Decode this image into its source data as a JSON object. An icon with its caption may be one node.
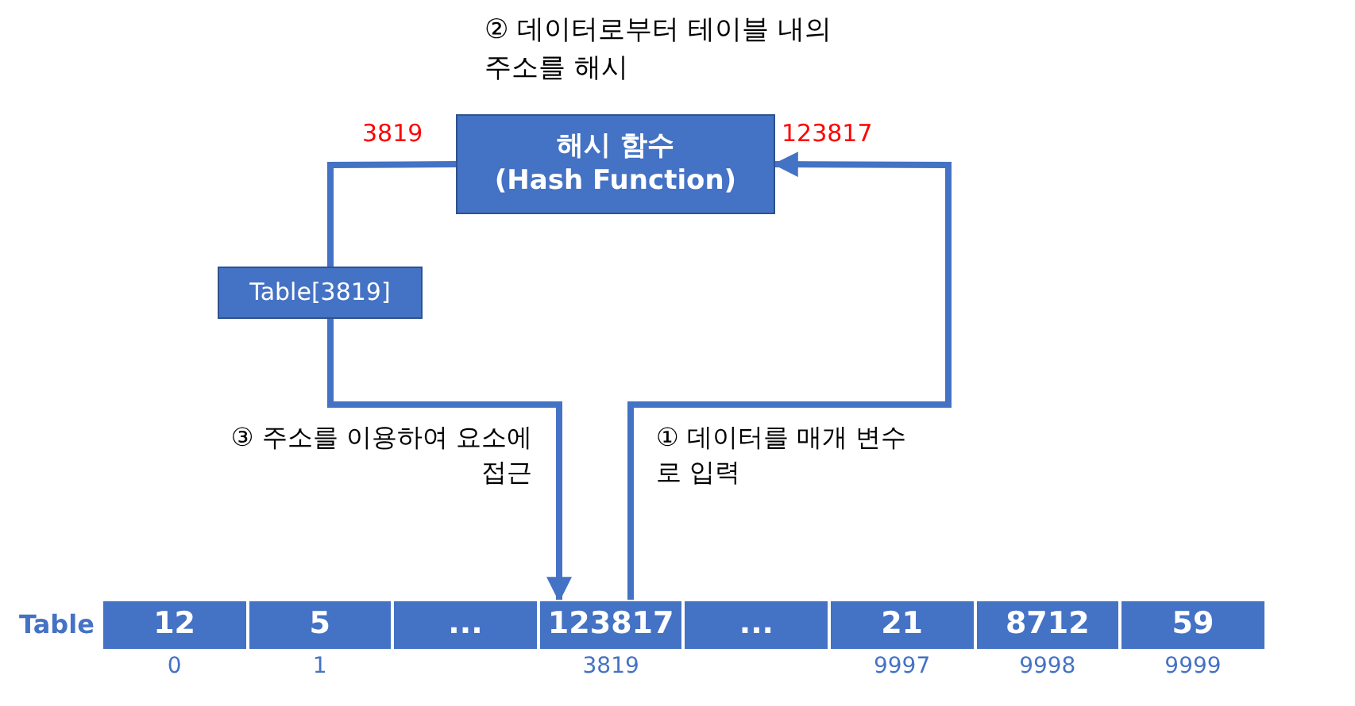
{
  "diagram": {
    "nodes": [
      {
        "text": [
          "해시 함수",
          "(Hash Function)"
        ]
      },
      {
        "text": [
          "Table[3819]"
        ]
      },
      {
        "text": [
          "12"
        ],
        "beside": [
          "0"
        ]
      },
      {
        "text": [
          "5"
        ],
        "beside": [
          "1"
        ]
      },
      {
        "text": [
          "..."
        ]
      },
      {
        "text": [
          "123817"
        ],
        "beside": [
          "3819"
        ]
      },
      {
        "text": [
          "..."
        ]
      },
      {
        "text": [
          "21"
        ],
        "beside": [
          "9997"
        ]
      },
      {
        "text": [
          "8712"
        ],
        "beside": [
          "9998"
        ]
      },
      {
        "text": [
          "59"
        ],
        "beside": [
          "9999"
        ]
      }
    ],
    "edges": [
      {
        "from": 5,
        "to": 0,
        "arrow": "to",
        "label": "① 데이터를 매개 변수로 입력"
      },
      {
        "from": 0,
        "to": 1,
        "arrow": "none"
      },
      {
        "from": 1,
        "to": 5,
        "arrow": "to",
        "label": "③ 주소를 이용하여 요소에 접근"
      }
    ],
    "labels": [
      "② 데이터로부터 테이블 내의 주소를 해시",
      "3819",
      "123817",
      "Table"
    ]
  }
}
